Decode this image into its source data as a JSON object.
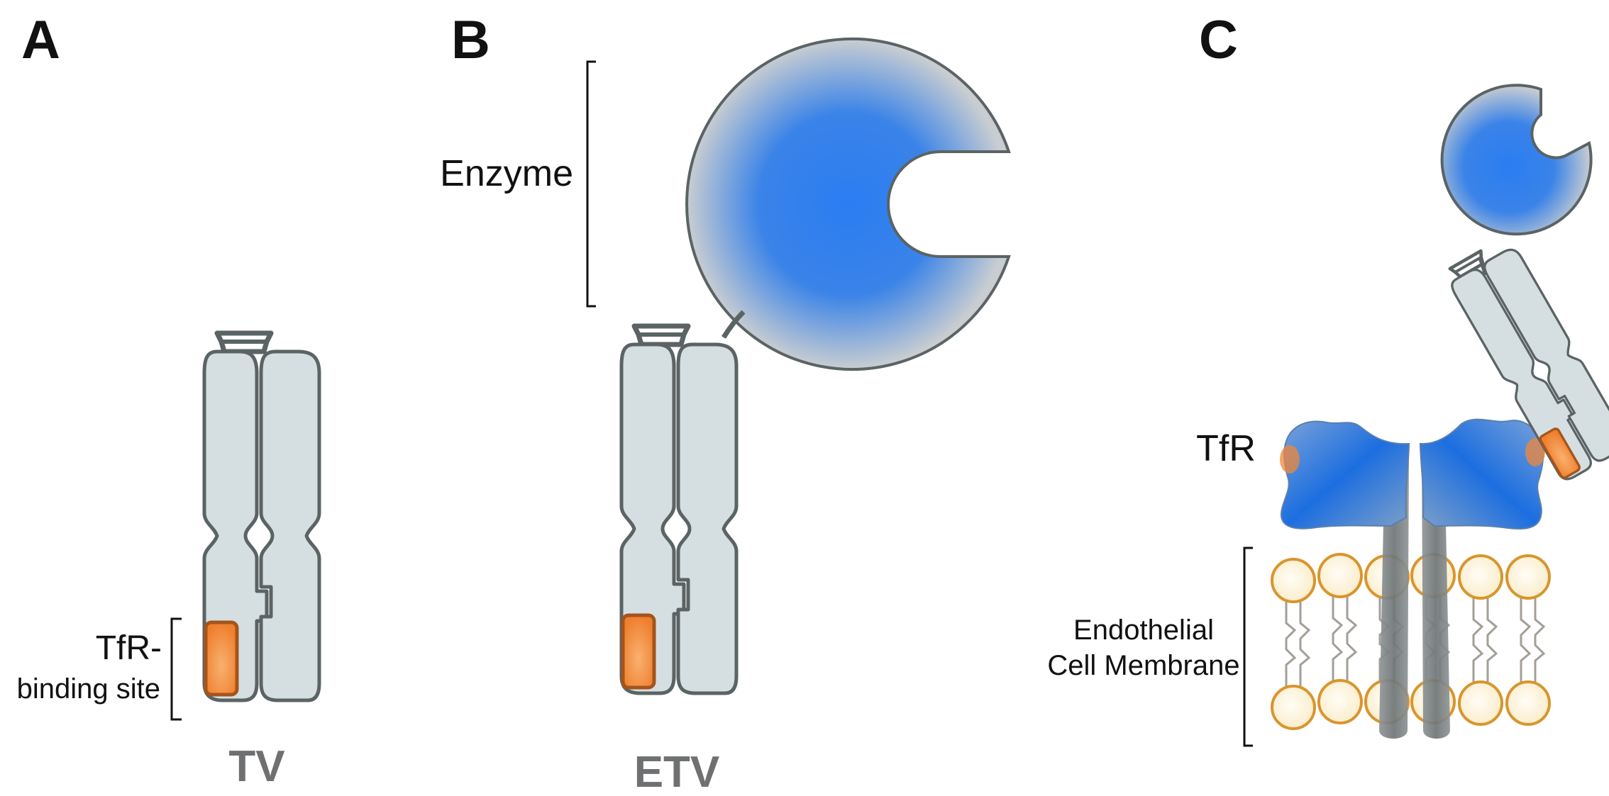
{
  "panels": {
    "a": {
      "letter": "A",
      "name": "TV",
      "binding_label_line1": "TfR-",
      "binding_label_line2": "binding site"
    },
    "b": {
      "letter": "B",
      "name": "ETV",
      "enzyme_label": "Enzyme"
    },
    "c": {
      "letter": "C",
      "receptor_label": "TfR",
      "membrane_label_line1": "Endothelial",
      "membrane_label_line2": "Cell Membrane"
    }
  },
  "colors": {
    "antibody_fill": "#d5dfe1",
    "outline": "#5b6364",
    "enzyme_blue": "#2c7cf0",
    "binding_orange": "#f0873a",
    "lipid_fill": "#fdf3de",
    "lipid_outline": "#d9952d",
    "tail_gray": "#a39f98",
    "panel_name_gray": "#6e7071"
  }
}
